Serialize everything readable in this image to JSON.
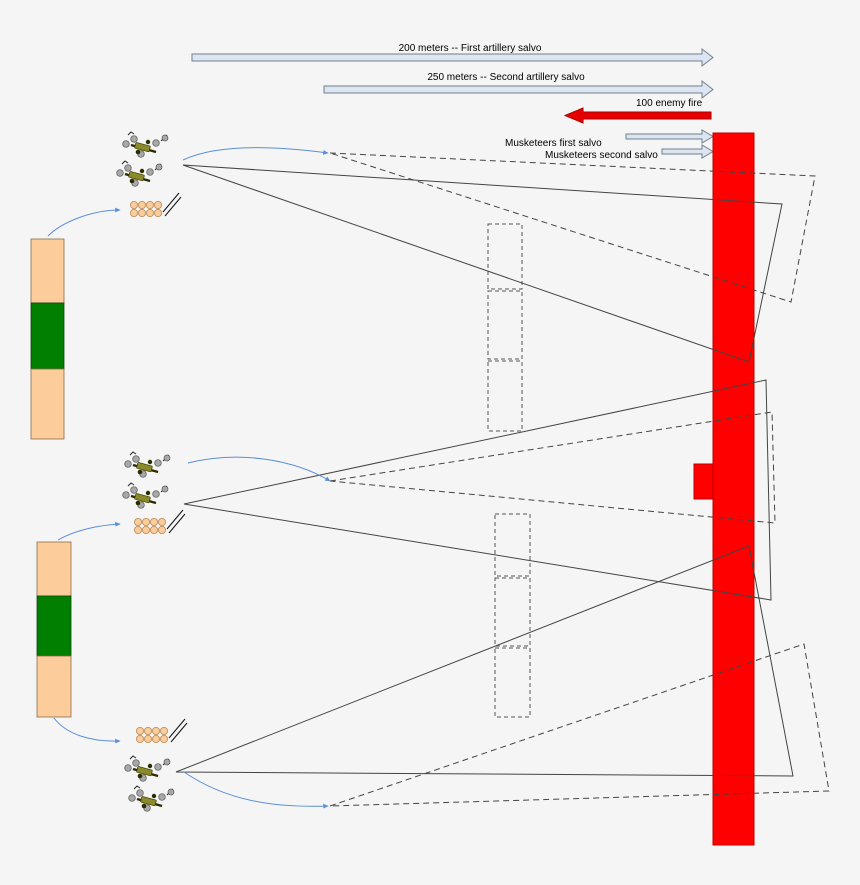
{
  "labels": {
    "first_artillery": "200 meters  -- First artillery salvo",
    "second_artillery": "250 meters  -- Second artillery salvo",
    "enemy_fire": "100   enemy fire",
    "musketeers_first": "Musketeers first salvo",
    "musketeers_second": "Musketeers second salvo"
  },
  "colors": {
    "enemy_line": "#ff0000",
    "enemy_line_border": "#b00000",
    "tan_block": "#fdcc9b",
    "green_block": "#007f00",
    "range_arrow_fill": "#dde6f0",
    "range_arrow_stroke": "#6f7f90",
    "movement_arrow": "#5b8fd6",
    "soldier_olive": "#8a8a2a",
    "musket_ball": "#a8a8a8"
  },
  "icons": [
    "right-arrow-icon",
    "left-arrow-icon",
    "cannon-crew-icon",
    "musketeer-rank-icon"
  ]
}
